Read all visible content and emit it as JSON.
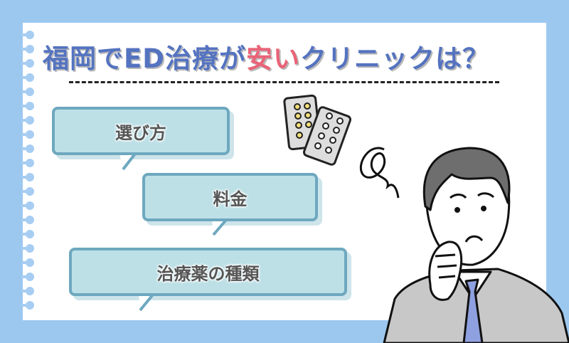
{
  "title": {
    "part1": "福岡でED治療が",
    "highlight": "安い",
    "part2": "クリニックは？"
  },
  "bubbles": [
    {
      "label": "選び方"
    },
    {
      "label": "料金"
    },
    {
      "label": "治療薬の種類"
    }
  ],
  "colors": {
    "background": "#9cc8f0",
    "title": "#5473c0",
    "highlight": "#ea6378",
    "bubble_fill": "#bde0e7",
    "bubble_border": "#6ea8bf",
    "tie": "#8fa0e0",
    "suit": "#c8c8c8"
  },
  "illustration": {
    "icons": [
      "pill-blister-pack-icon",
      "confused-scribble-icon",
      "worried-businessman"
    ]
  }
}
